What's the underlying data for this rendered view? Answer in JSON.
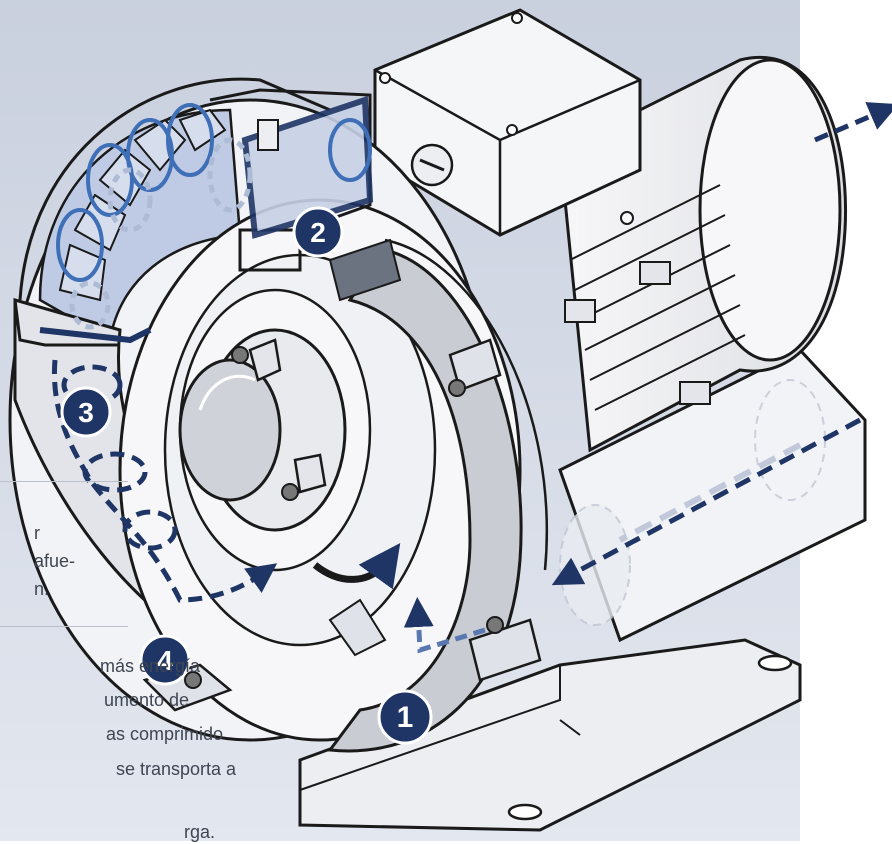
{
  "colors": {
    "panel": "#d8dde8",
    "navy": "#1f3566",
    "flow_blue": "#3f6fb6",
    "light_flow": "#aebbd4",
    "line": "#1a1a1a",
    "metal": "#f4f5f7",
    "shade": "#c9ccd2",
    "text": "#3f4652"
  },
  "steps": [
    {
      "number": "1"
    },
    {
      "number": "2"
    },
    {
      "number": "3"
    },
    {
      "number": "4"
    }
  ],
  "captions": {
    "step3_lines": [
      "r",
      "afue-",
      "n."
    ],
    "step4_lines": [
      "más energía",
      "umento de",
      "as comprimido",
      "se transporta a",
      "rga."
    ]
  },
  "icons": {
    "flow_arrow": "dashed-arrow-icon",
    "rotation": "curved-arrow-icon"
  }
}
